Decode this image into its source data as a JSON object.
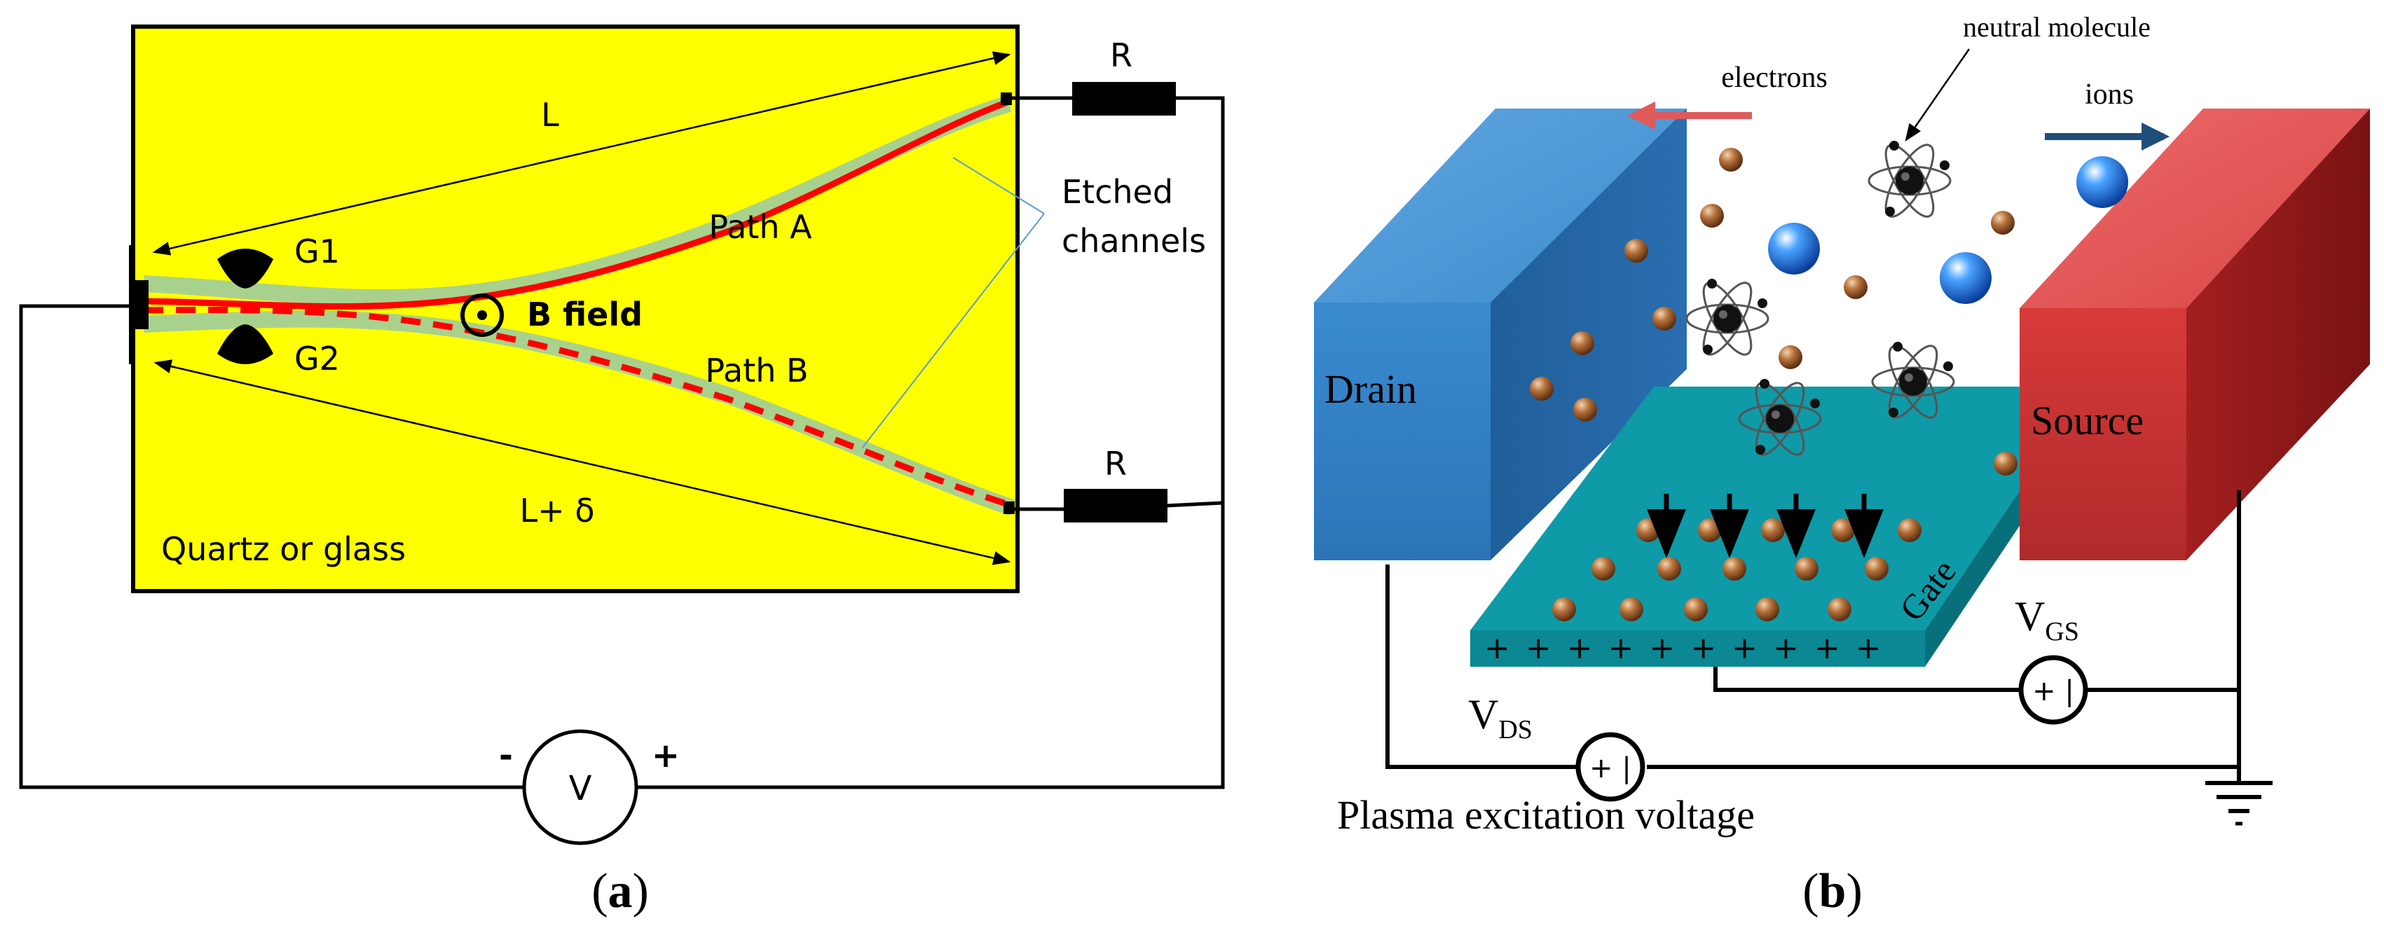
{
  "panel_a": {
    "caption_letter": "a",
    "caption_open": "(",
    "caption_close": ")",
    "length_top": "L",
    "length_bottom": "L+ δ",
    "path_a": "Path A",
    "path_b": "Path B",
    "gate_1": "G1",
    "gate_2": "G2",
    "b_field": "B field",
    "etched_line1": "Etched",
    "etched_line2": "channels",
    "resistor_top": "R",
    "resistor_bottom": "R",
    "voltmeter": "V",
    "minus_sign": "-",
    "plus_sign": "+",
    "substrate": "Quartz or glass",
    "colors": {
      "substrate": "#ffff00",
      "path_a": "#ff0000",
      "channel": "#a9d18e"
    }
  },
  "panel_b": {
    "caption_letter": "b",
    "caption_open": "(",
    "caption_close": ")",
    "neutral_molecule": "neutral molecule",
    "electrons": "electrons",
    "ions": "ions",
    "drain": "Drain",
    "source": "Source",
    "gate": "Gate",
    "gate_charges": "+ + + + + + + + + +",
    "vgs_base": "V",
    "vgs_sub": "GS",
    "vds_base": "V",
    "vds_sub": "DS",
    "supply_glyph": "+ |",
    "plasma": "Plasma excitation voltage",
    "colors": {
      "drain": "#2e75b6",
      "source": "#c00000",
      "gate": "#0e9aa7",
      "electron_arrow": "#e05a5a",
      "ion_arrow": "#1f4e79",
      "ion": "#1f6fd0",
      "electron": "#a0522d"
    }
  }
}
